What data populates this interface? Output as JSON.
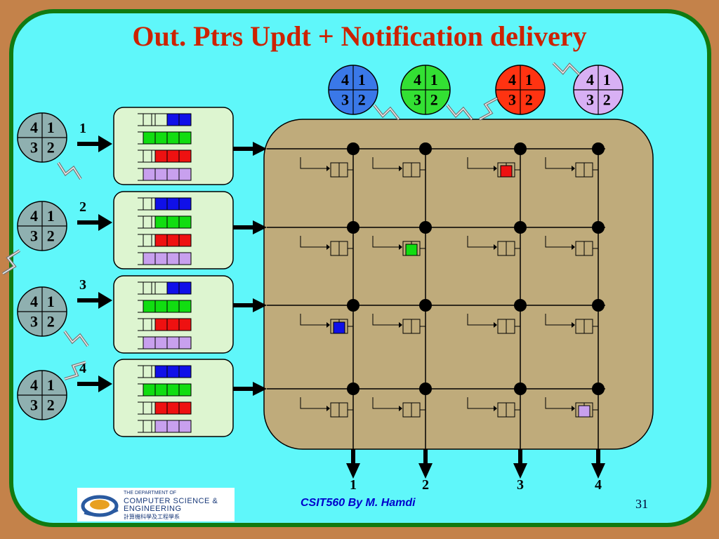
{
  "slide": {
    "title": "Out. Ptrs Updt + Notification delivery",
    "footer": "CSIT560 By M. Hamdi",
    "page_number": "31"
  },
  "logo": {
    "line1": "THE DEPARTMENT OF",
    "line2": "COMPUTER SCIENCE &",
    "line3": "ENGINEERING",
    "line4": "計算機科學及工程學系"
  },
  "pointer_quadrants": [
    "4",
    "1",
    "3",
    "2"
  ],
  "colors": {
    "background": "#c4824a",
    "panel": "#5ff7fa",
    "panel_border": "#117a11",
    "title": "#cc2200",
    "footer": "#0000cc",
    "crossbar": "#bfab7b",
    "voq_panel": "#ddf5d0",
    "blue": "#1010e8",
    "green": "#11dd11",
    "red": "#ee1111",
    "lavender": "#c8a0ee",
    "disk_gray": "#8fb0b0",
    "disk_blue": "#3a78e8",
    "disk_green": "#33e033",
    "disk_red": "#ff3311",
    "disk_lavender": "#d8b0f4"
  },
  "output_disks": [
    {
      "color": "#3a78e8"
    },
    {
      "color": "#33e033"
    },
    {
      "color": "#ff3311"
    },
    {
      "color": "#d8b0f4"
    }
  ],
  "inputs": [
    {
      "label": "1",
      "queues": [
        {
          "color": "#1010e8",
          "filled": 2
        },
        {
          "color": "#11dd11",
          "filled": 4
        },
        {
          "color": "#ee1111",
          "filled": 3
        },
        {
          "color": "#c8a0ee",
          "filled": 4
        }
      ]
    },
    {
      "label": "2",
      "queues": [
        {
          "color": "#1010e8",
          "filled": 3
        },
        {
          "color": "#11dd11",
          "filled": 3
        },
        {
          "color": "#ee1111",
          "filled": 3
        },
        {
          "color": "#c8a0ee",
          "filled": 4
        }
      ]
    },
    {
      "label": "3",
      "queues": [
        {
          "color": "#1010e8",
          "filled": 2
        },
        {
          "color": "#11dd11",
          "filled": 4
        },
        {
          "color": "#ee1111",
          "filled": 3
        },
        {
          "color": "#c8a0ee",
          "filled": 4
        }
      ]
    },
    {
      "label": "4",
      "queues": [
        {
          "color": "#1010e8",
          "filled": 3
        },
        {
          "color": "#11dd11",
          "filled": 4
        },
        {
          "color": "#ee1111",
          "filled": 3
        },
        {
          "color": "#c8a0ee",
          "filled": 3
        }
      ]
    }
  ],
  "outputs": [
    {
      "label": "1"
    },
    {
      "label": "2"
    },
    {
      "label": "3"
    },
    {
      "label": "4"
    }
  ],
  "crosspoint_cells": [
    {
      "row": 1,
      "col": 3,
      "color": "#ee1111"
    },
    {
      "row": 2,
      "col": 2,
      "color": "#11dd11"
    },
    {
      "row": 3,
      "col": 1,
      "color": "#1010e8"
    },
    {
      "row": 4,
      "col": 4,
      "color": "#c8a0ee"
    }
  ]
}
